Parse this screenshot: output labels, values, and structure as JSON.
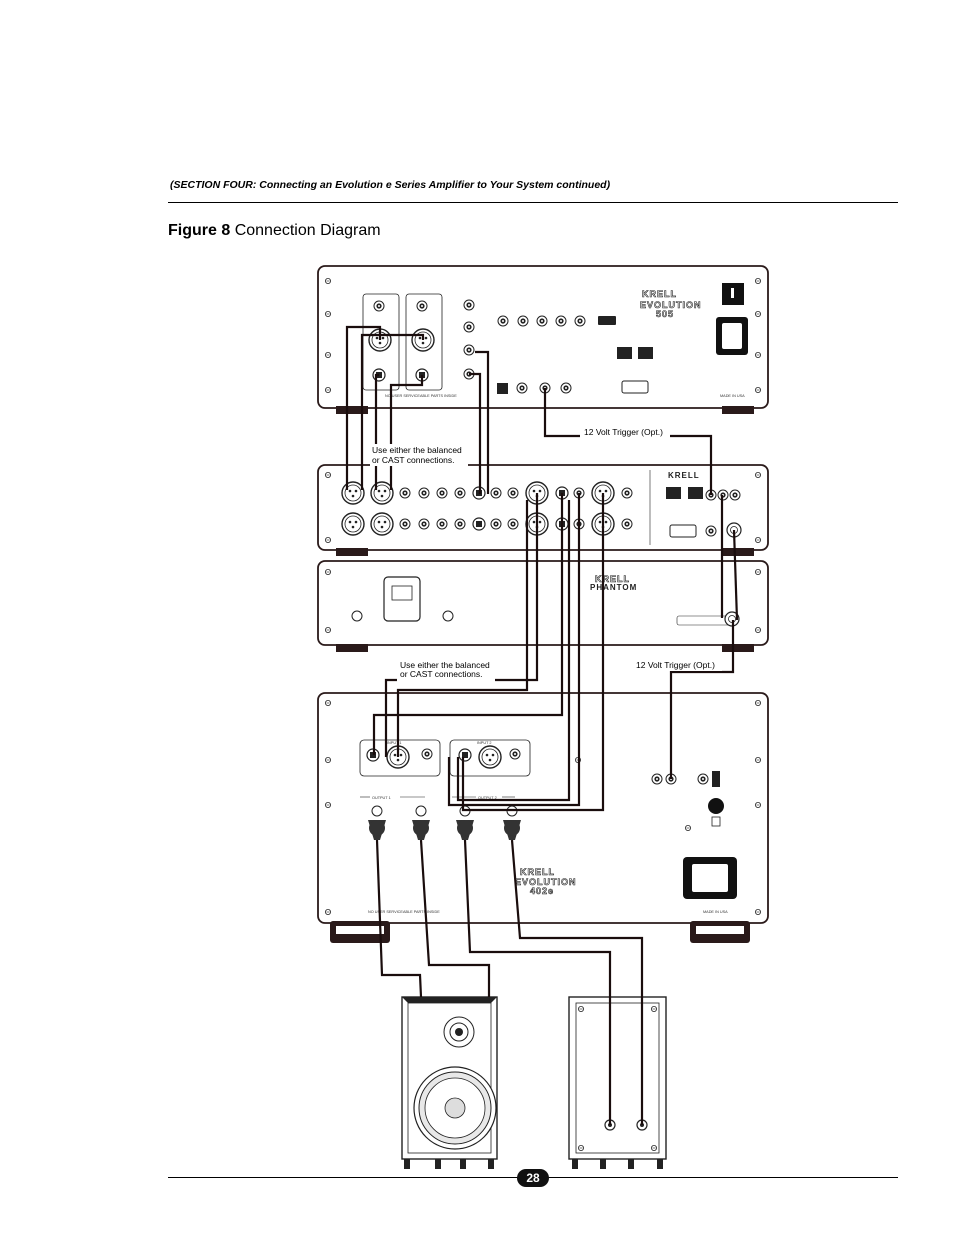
{
  "header": {
    "section_text": "(SECTION FOUR: Connecting an Evolution e Series Amplifier to Your System continued)"
  },
  "figure": {
    "number": "Figure 8",
    "title": "Connection Diagram"
  },
  "diagram": {
    "note_balanced_1_line1": "Use either the balanced",
    "note_balanced_1_line2": "or CAST connections.",
    "note_balanced_2_line1": "Use either the balanced",
    "note_balanced_2_line2": "or CAST connections.",
    "trigger_label_1": "12 Volt Trigger (Opt.)",
    "trigger_label_2": "12 Volt Trigger (Opt.)",
    "source_brand": "KRELL",
    "source_model": "EVOLUTION",
    "source_model_sub": "505",
    "preamp_brand": "KRELL",
    "power_supply_brand": "KRELL",
    "power_supply_model": "PHANTOM",
    "amp_brand": "KRELL",
    "amp_model": "EVOLUTION",
    "amp_model_sub": "402e",
    "amp_input_1": "INPUT 1",
    "amp_input_2": "INPUT 2",
    "amp_output_1": "OUTPUT 1",
    "amp_output_2": "OUTPUT 2",
    "made_in_usa": "MADE IN USA",
    "no_user_serviceable": "NO USER SERVICEABLE PARTS INSIDE"
  },
  "colors": {
    "panel_stroke": "#2a1a1a",
    "cable": "#1a0d0d",
    "accent": "#5a1e1e"
  },
  "footer": {
    "page_number": "28"
  }
}
